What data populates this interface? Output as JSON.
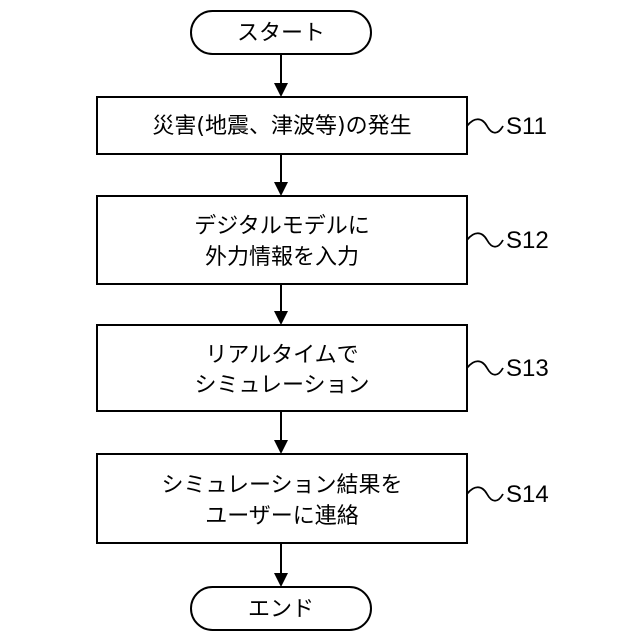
{
  "flow": {
    "start": "スタート",
    "end": "エンド",
    "steps": [
      {
        "id": "S11",
        "lines": [
          "災害(地震、津波等)の発生"
        ]
      },
      {
        "id": "S12",
        "lines": [
          "デジタルモデルに",
          "外力情報を入力"
        ]
      },
      {
        "id": "S13",
        "lines": [
          "リアルタイムで",
          "シミュレーション"
        ]
      },
      {
        "id": "S14",
        "lines": [
          "シミュレーション結果を",
          "ユーザーに連絡"
        ]
      }
    ]
  }
}
